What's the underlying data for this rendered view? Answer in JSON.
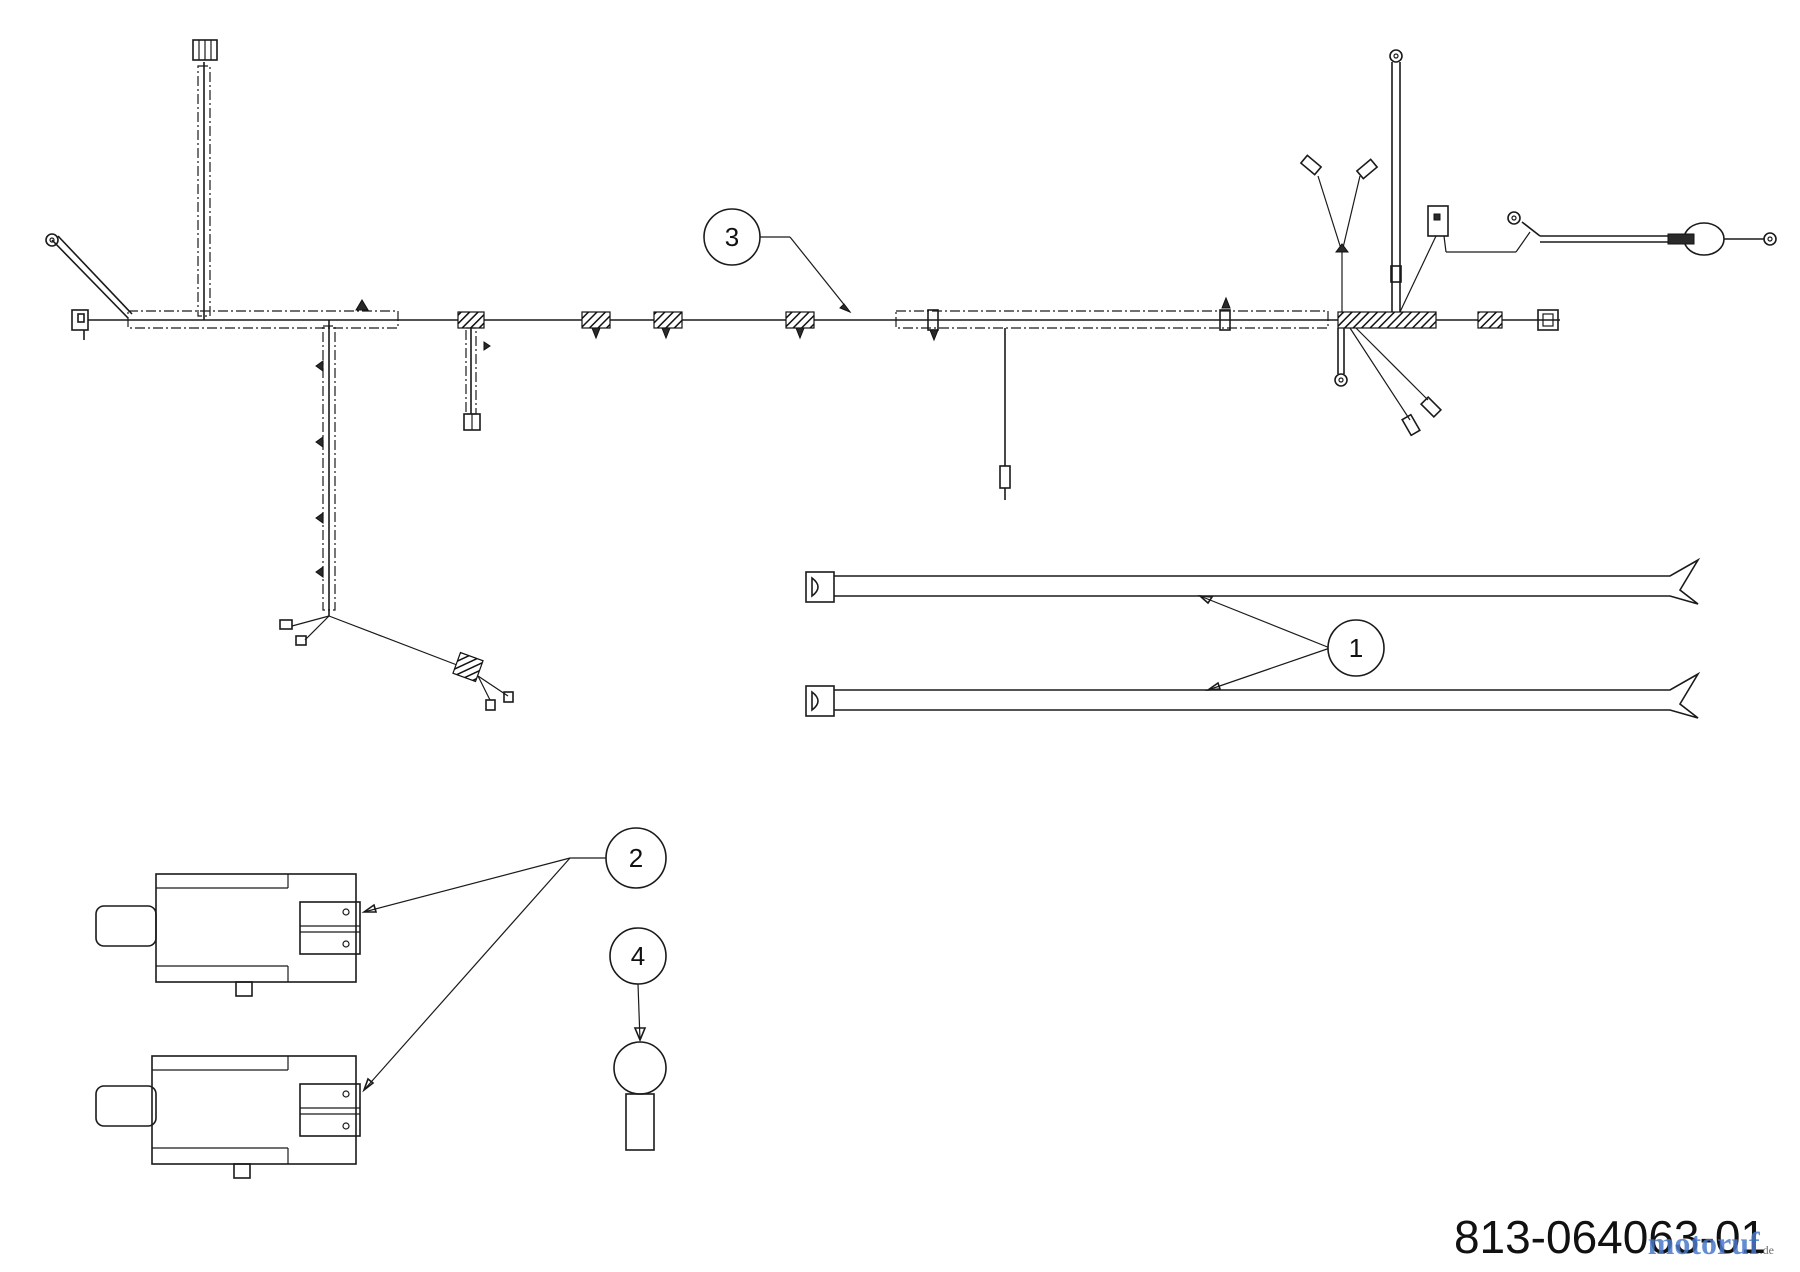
{
  "callouts": [
    {
      "label": "1"
    },
    {
      "label": "2"
    },
    {
      "label": "3"
    },
    {
      "label": "4"
    }
  ],
  "part_number": "813-064063-01",
  "watermark": {
    "name": "motoruf",
    "tld": ".de"
  }
}
